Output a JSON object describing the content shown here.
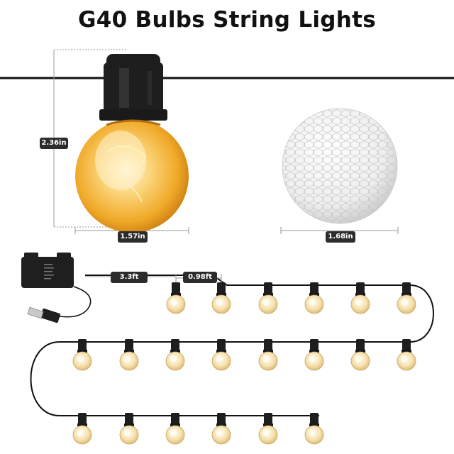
{
  "title": "G40 Bulbs String Lights",
  "dimensions": {
    "bulb_height": "2.36in",
    "bulb_width": "1.57in",
    "ball_width": "1.68in",
    "lead_length": "3.3ft",
    "spacing": "0.98ft"
  },
  "colors": {
    "background": "#ffffff",
    "cable": "#111111",
    "socket": "#1e1e1e",
    "bulb_glow": "#f4b93a",
    "label_bg": "#2c2c2c",
    "label_text": "#ffffff"
  },
  "icons": {
    "battery_box": "battery-box-icon",
    "usb_plug": "usb-plug-icon",
    "bulb": "string-bulb-icon",
    "large_bulb": "g40-bulb-icon",
    "comparison_ball": "golf-ball-icon"
  }
}
